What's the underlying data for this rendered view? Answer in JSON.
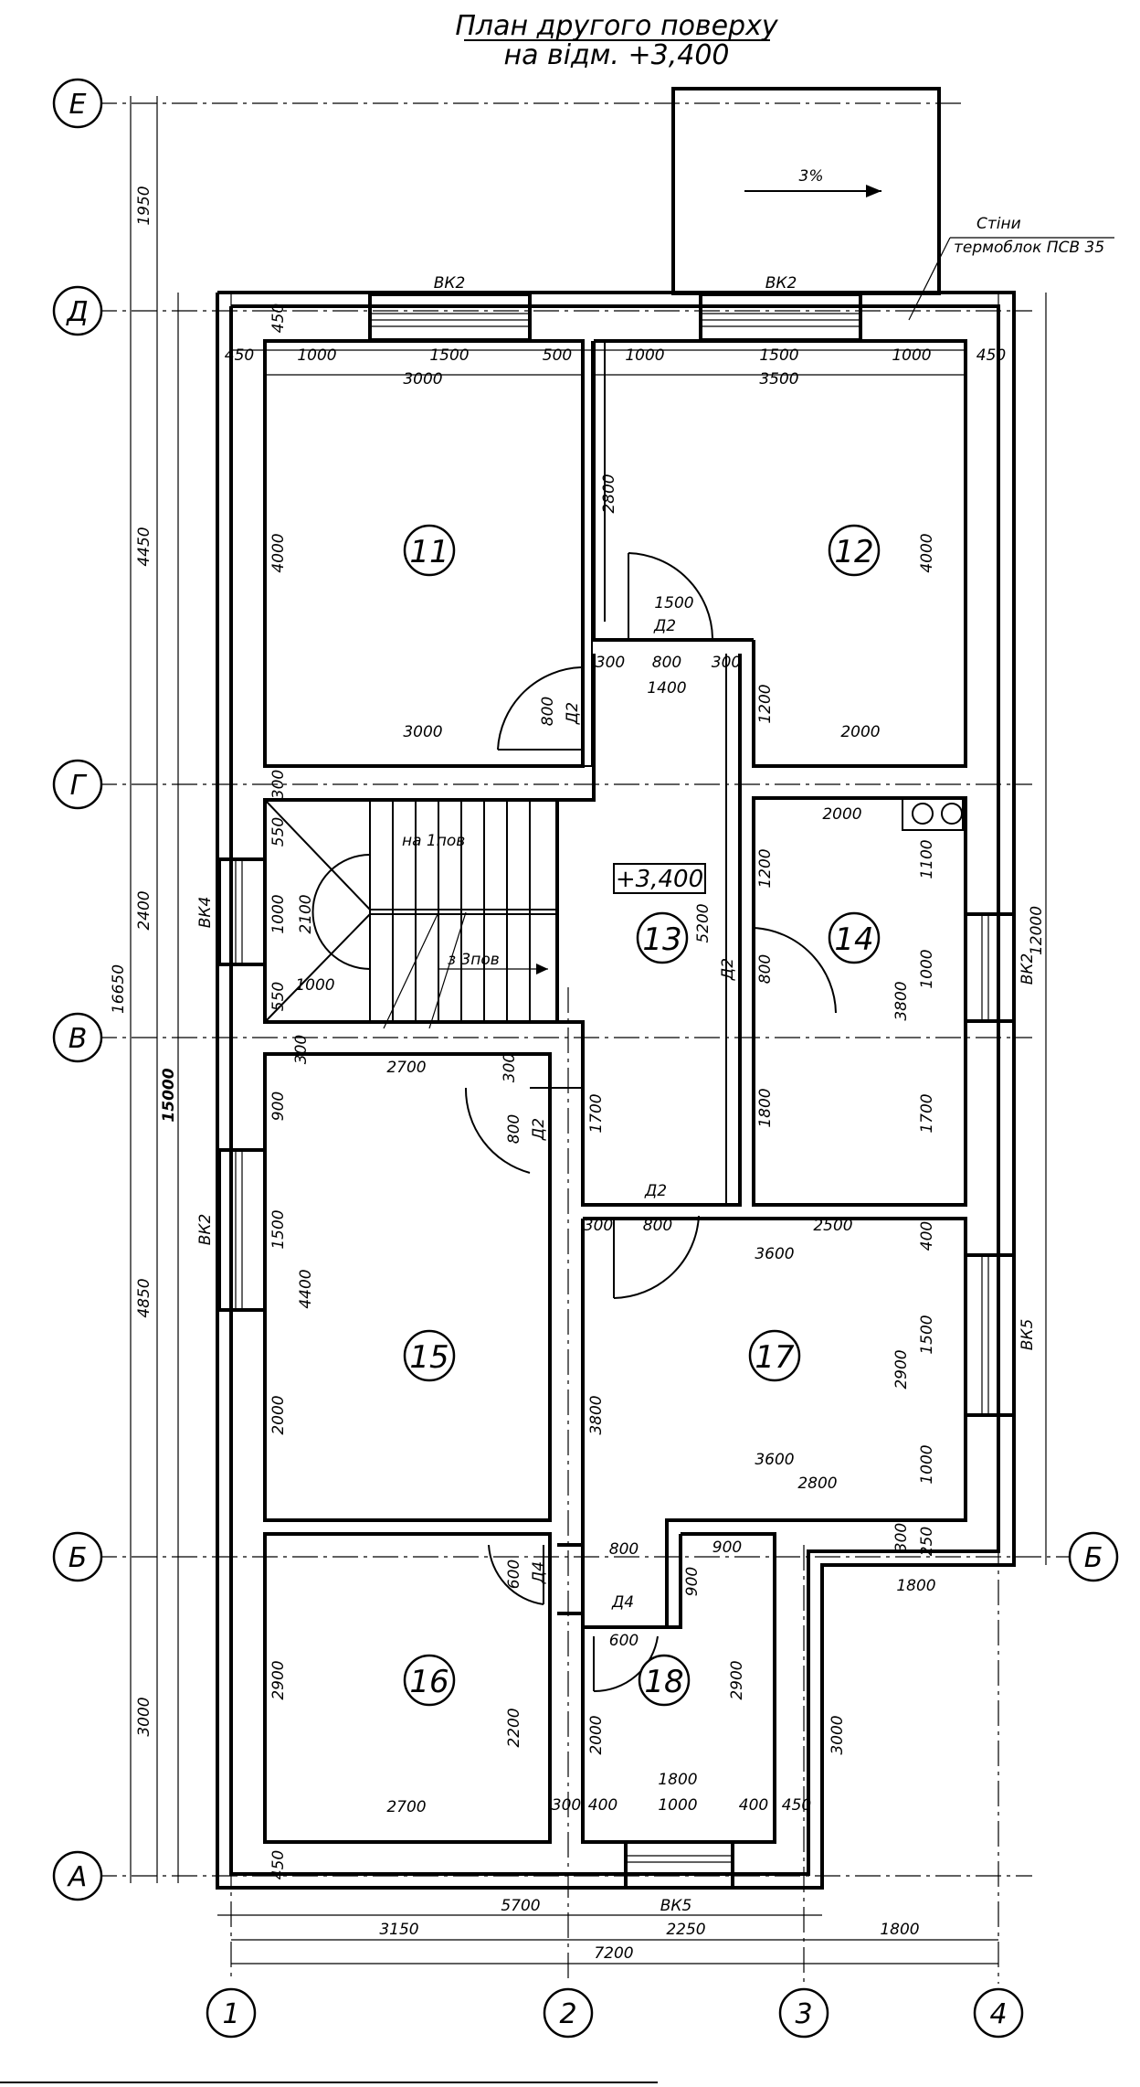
{
  "title": {
    "line1": "План другого поверху",
    "line2": "на відм. +3,400"
  },
  "axes_rows": [
    {
      "id": "row-e",
      "label": "Е"
    },
    {
      "id": "row-d",
      "label": "Д"
    },
    {
      "id": "row-g",
      "label": "Г"
    },
    {
      "id": "row-v",
      "label": "В"
    },
    {
      "id": "row-b-left",
      "label": "Б"
    },
    {
      "id": "row-b-right",
      "label": "Б"
    },
    {
      "id": "row-a",
      "label": "А"
    }
  ],
  "axes_cols": [
    {
      "id": "col-1",
      "label": "1"
    },
    {
      "id": "col-2",
      "label": "2"
    },
    {
      "id": "col-3",
      "label": "3"
    },
    {
      "id": "col-4",
      "label": "4"
    }
  ],
  "rooms": [
    {
      "id": "room-11",
      "label": "11"
    },
    {
      "id": "room-12",
      "label": "12"
    },
    {
      "id": "room-13",
      "label": "13"
    },
    {
      "id": "room-14",
      "label": "14"
    },
    {
      "id": "room-15",
      "label": "15"
    },
    {
      "id": "room-16",
      "label": "16"
    },
    {
      "id": "room-17",
      "label": "17"
    },
    {
      "id": "room-18",
      "label": "18"
    }
  ],
  "level_mark": "+3,400",
  "notes": {
    "slope": "3%",
    "walls_line1": "Стіни",
    "walls_line2": "термоблок ПСВ 35",
    "stair_down": "на 1пов",
    "stair_up": "з 3пов"
  },
  "window_labels": [
    "ВК2",
    "ВК2",
    "ВК4",
    "ВК2",
    "ВК5",
    "ВК2",
    "ВК5"
  ],
  "door_labels": [
    "Д2",
    "Д2",
    "Д2",
    "Д2",
    "Д2",
    "Д4",
    "Д4"
  ],
  "dims_left_outer": [
    "1950",
    "4450",
    "2400",
    "4850",
    "3000"
  ],
  "dims_left_total": [
    "16650",
    "15000"
  ],
  "dims_bottom_row1": [
    "5700"
  ],
  "dims_bottom_row2": [
    "3150",
    "2250",
    "1800"
  ],
  "dims_bottom_row3": [
    "7200"
  ],
  "dims_right_total": [
    "12000"
  ],
  "dims_top_left": [
    "450",
    "1000",
    "1500",
    "500",
    "3000"
  ],
  "dims_top_right": [
    "1000",
    "1500",
    "1000",
    "450",
    "3500"
  ],
  "dims_misc": [
    "450",
    "4000",
    "2800",
    "4000",
    "1500",
    "300",
    "800",
    "300",
    "1400",
    "800",
    "1200",
    "3000",
    "2000",
    "300",
    "550",
    "1000",
    "2100",
    "550",
    "1000",
    "2000",
    "1200",
    "1100",
    "5200",
    "1000",
    "800",
    "3800",
    "1700",
    "1800",
    "1700",
    "300",
    "2700",
    "300",
    "900",
    "800",
    "1500",
    "300",
    "800",
    "2500",
    "400",
    "3600",
    "1500",
    "4400",
    "2900",
    "2000",
    "3800",
    "3600",
    "1000",
    "2800",
    "300",
    "250",
    "800",
    "900",
    "1800",
    "600",
    "900",
    "2900",
    "2900",
    "600",
    "2200",
    "2000",
    "1800",
    "3000",
    "2700",
    "300",
    "400",
    "1000",
    "400",
    "450",
    "450"
  ]
}
